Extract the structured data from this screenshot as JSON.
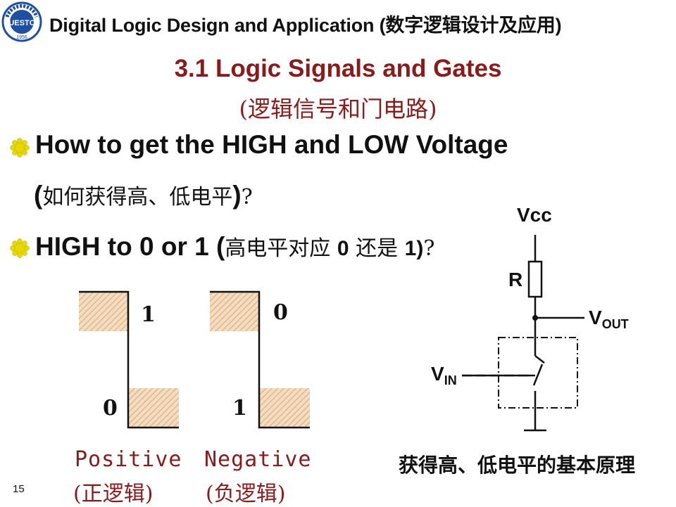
{
  "header": {
    "title": "Digital Logic Design and Application (数字逻辑设计及应用)"
  },
  "slide": {
    "title": "3.1   Logic Signals and Gates",
    "subtitle": "(逻辑信号和门电路)",
    "page_number": "15"
  },
  "bullets": [
    {
      "en": "How to get the HIGH and LOW Voltage",
      "cn_line": "如何获得高、低电平",
      "open": "(",
      "close": ")",
      "q": "?"
    },
    {
      "en": "HIGH to 0 or 1 (",
      "cn1": "高电平对应 ",
      "num0": "0",
      "cn2": " 还是 ",
      "num1": "1",
      "close": ")",
      "q": "?"
    }
  ],
  "positive_logic": {
    "high_value": "1",
    "low_value": "0",
    "label": "Positive",
    "label_cn": "(正逻辑)"
  },
  "negative_logic": {
    "high_value": "0",
    "low_value": "1",
    "label": "Negative",
    "label_cn": "(负逻辑)"
  },
  "circuit": {
    "vcc": "Vcc",
    "resistor": "R",
    "vout_main": "V",
    "vout_sub": "OUT",
    "vin_main": "V",
    "vin_sub": "IN",
    "caption": "获得高、低电平的基本原理"
  },
  "colors": {
    "title_red": "#8b1a1a",
    "hatch_fill": "#f3dcc0",
    "hatch_line": "#d9a878",
    "bullet_yellow": "#e8d800"
  }
}
